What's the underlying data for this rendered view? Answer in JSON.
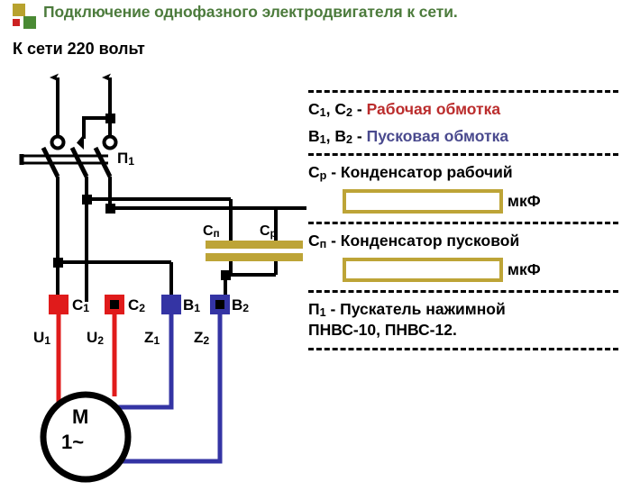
{
  "header": {
    "title": "Подключение однофазного электродвигателя к сети.",
    "title_color": "#4c7b3c",
    "logo": {
      "square_gold": "#b8a22e",
      "square_red": "#cc2222",
      "square_green": "#4a8a34"
    }
  },
  "schematic": {
    "mains_label": "К сети 220 вольт",
    "starter_label": "П",
    "starter_label_sub": "1",
    "capacitor_start_label": "С",
    "capacitor_start_sub": "п",
    "capacitor_run_label": "С",
    "capacitor_run_sub": "р",
    "terminals": [
      {
        "name": "С",
        "sub": "1",
        "color": "#e01b1b",
        "filled": false
      },
      {
        "name": "С",
        "sub": "2",
        "color": "#e01b1b",
        "filled": true
      },
      {
        "name": "В",
        "sub": "1",
        "color": "#3434a4",
        "filled": false
      },
      {
        "name": "В",
        "sub": "2",
        "color": "#3434a4",
        "filled": true
      }
    ],
    "windings": [
      {
        "name": "U",
        "sub": "1"
      },
      {
        "name": "U",
        "sub": "2"
      },
      {
        "name": "Z",
        "sub": "1"
      },
      {
        "name": "Z",
        "sub": "2"
      }
    ],
    "motor": {
      "symbol": "M",
      "phase": "1",
      "ac_sign": "~"
    },
    "wire_colors": {
      "mains": "#000000",
      "working_winding": "#e01b1b",
      "start_winding": "#3434a4",
      "capacitor_plate": "#bda437"
    }
  },
  "legend": {
    "rows": [
      {
        "key": "С",
        "key_sub": "1",
        "key2": "С",
        "key2_sub": "2",
        "dash": " - ",
        "value": "Рабочая обмотка",
        "value_color": "#bb2d2d"
      },
      {
        "key": "В",
        "key_sub": "1",
        "key2": "В",
        "key2_sub": "2",
        "dash": " - ",
        "value": "Пусковая обмотка",
        "value_color": "#4a4a8e"
      }
    ],
    "cap_run": {
      "key": "С",
      "key_sub": "р",
      "text": " - Конденсатор рабочий",
      "input_value": "",
      "input_placeholder": "",
      "unit": "мкФ"
    },
    "cap_start": {
      "key": "С",
      "key_sub": "п",
      "text": " - Конденсатор пусковой",
      "input_value": "",
      "input_placeholder": "",
      "unit": "мкФ"
    },
    "starter": {
      "key": "П",
      "key_sub": "1",
      "text_line1": " - Пускатель нажимной",
      "text_line2": "ПНВС-10, ПНВС-12."
    }
  }
}
